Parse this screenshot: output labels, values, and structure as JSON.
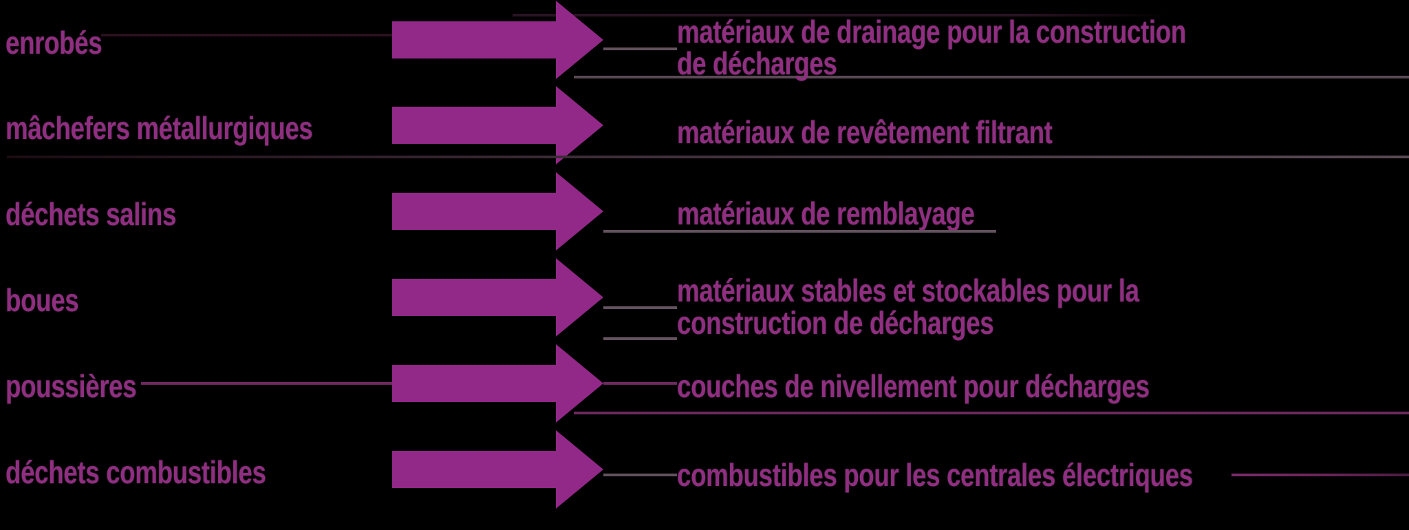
{
  "diagram": {
    "title_hidden": "",
    "background_color": "#000000",
    "label_color": "#902e81",
    "arrow_color": "#922887",
    "line_colors": {
      "muted_mauve": "#63525e",
      "purple": "#6d2960",
      "dark_maroon": "#2b1120"
    },
    "rows": [
      {
        "source": "enrobés",
        "targets": [
          "matériaux de drainage pour la construction",
          "de décharges"
        ]
      },
      {
        "source": "mâchefers métallurgiques",
        "targets": [
          "matériaux de revêtement filtrant"
        ]
      },
      {
        "source": "déchets salins",
        "targets": [
          "matériaux de remblayage"
        ]
      },
      {
        "source": "boues",
        "targets": [
          "matériaux stables et stockables pour la",
          "construction de décharges"
        ]
      },
      {
        "source": "poussières",
        "targets": [
          "couches de nivellement pour décharges"
        ]
      },
      {
        "source": "déchets combustibles",
        "targets": [
          "combustibles pour les centrales électriques"
        ]
      }
    ]
  }
}
